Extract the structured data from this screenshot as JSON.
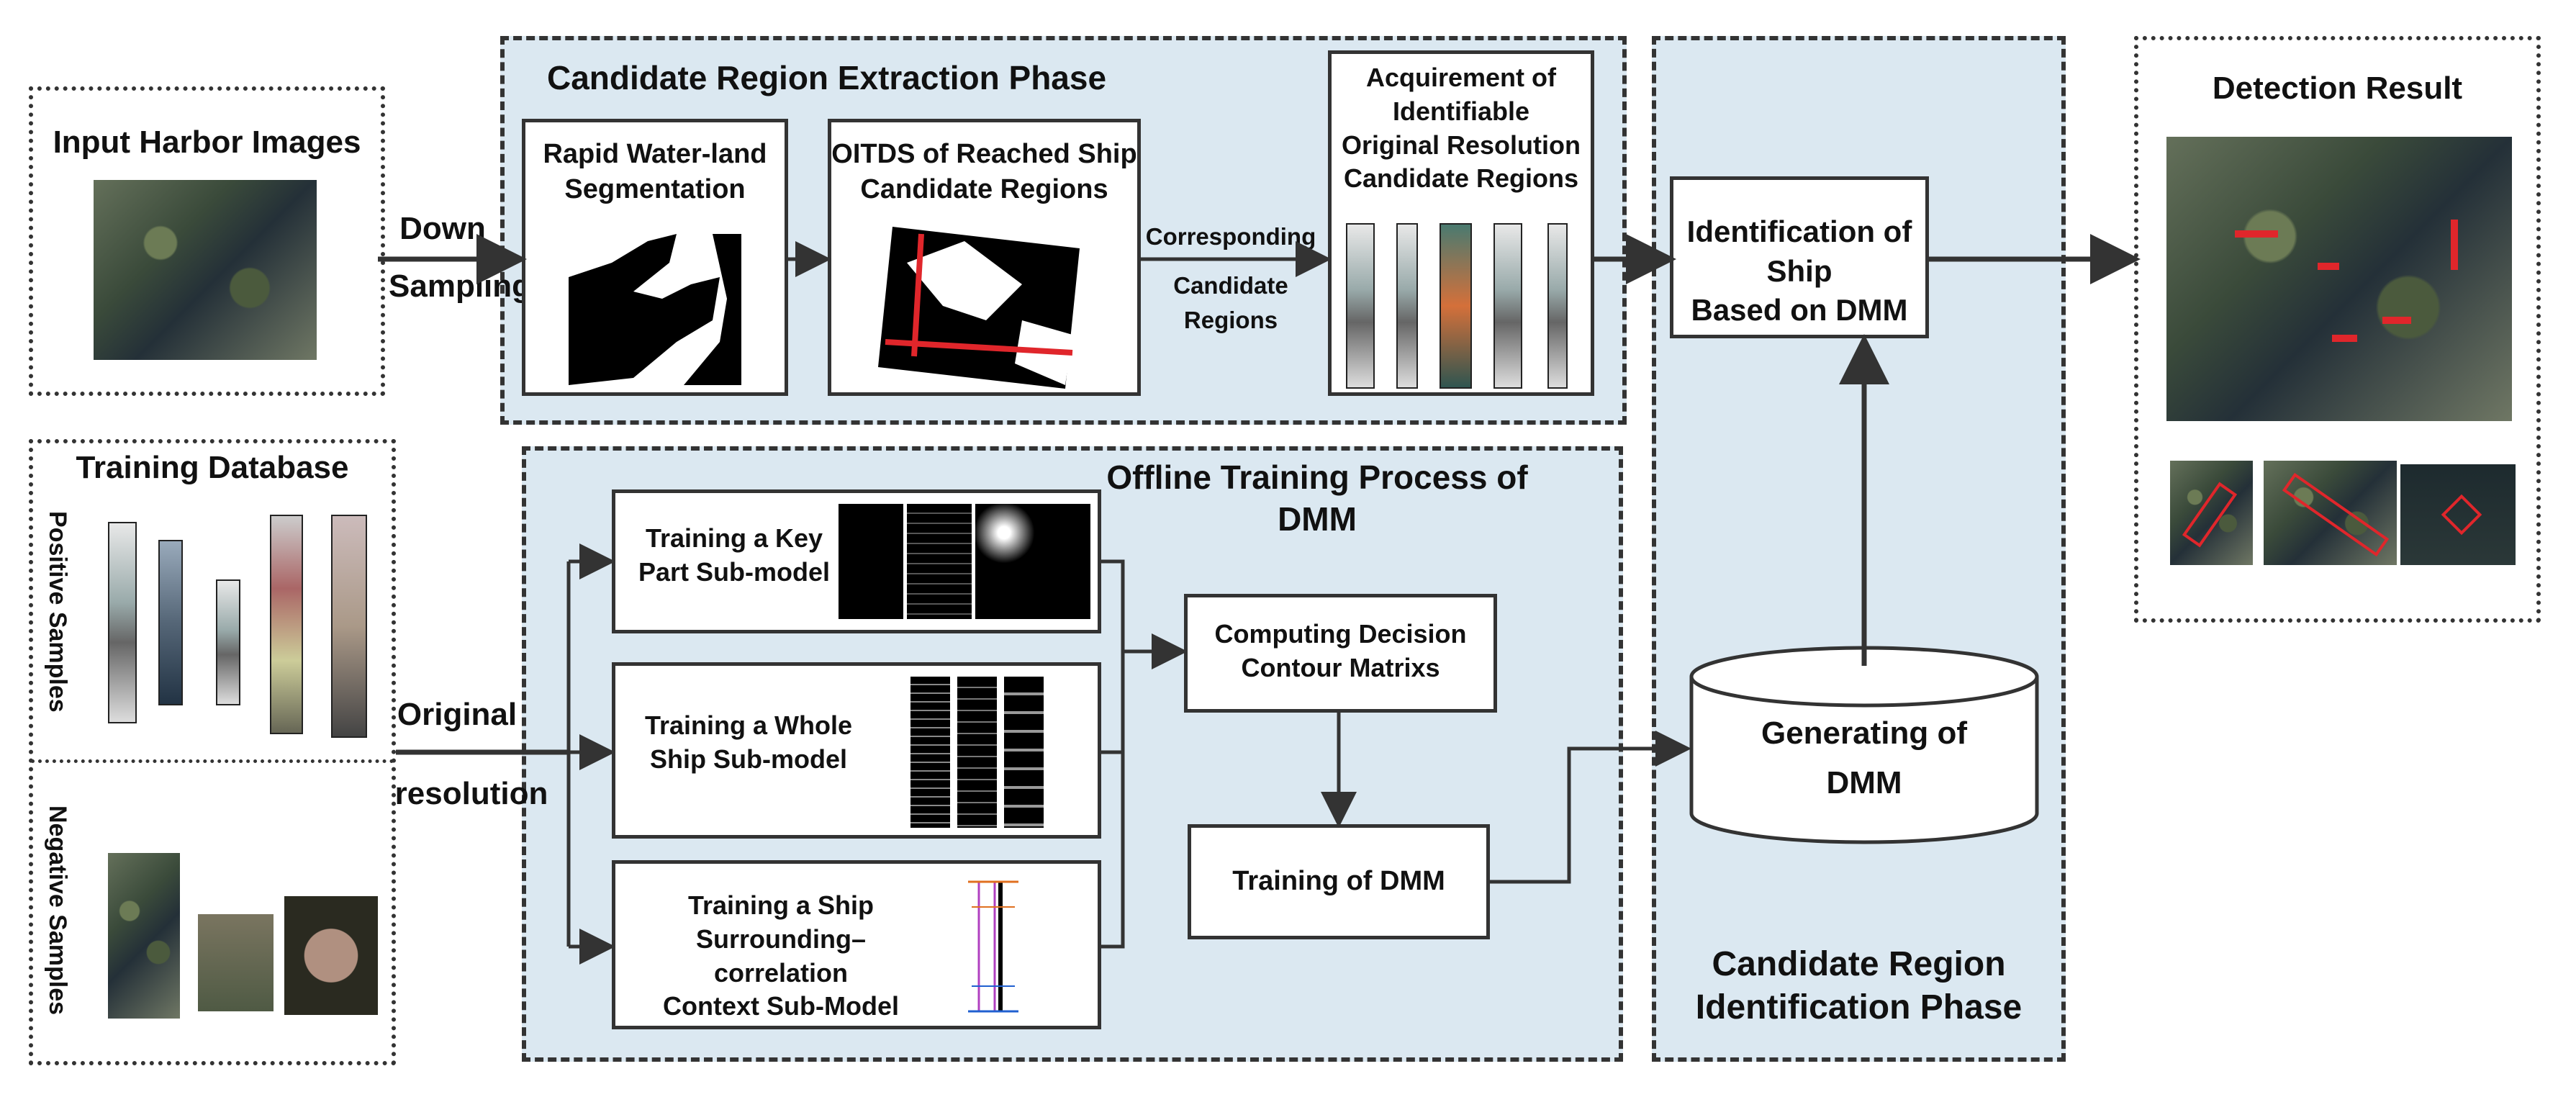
{
  "inputs": {
    "input_title": "Input Harbor Images",
    "down_label": "Down",
    "sampling_label": "Sampling",
    "training_title": "Training Database",
    "positive_label": "Positive Samples",
    "negative_label": "Negative Samples",
    "original_label": "Original",
    "resolution_label": "resolution"
  },
  "extraction": {
    "title": "Candidate Region Extraction Phase",
    "box1": [
      "Rapid Water-land",
      "Segmentation"
    ],
    "box2": [
      "OITDS of Reached Ship",
      "Candidate Regions"
    ],
    "link": [
      "Corresponding",
      "Candidate",
      "Regions"
    ],
    "box3": [
      "Acquirement of",
      "Identifiable",
      "Original Resolution",
      "Candidate Regions"
    ]
  },
  "training": {
    "title": [
      "Offline Training Process of",
      "DMM"
    ],
    "key_part": [
      "Training a Key",
      "Part Sub-model"
    ],
    "whole_ship": [
      "Training a Whole",
      "Ship Sub-model"
    ],
    "context": [
      "Training a Ship",
      "Surrounding–correlation",
      "Context Sub-Model"
    ],
    "decision": [
      "Computing Decision",
      "Contour Matrixs"
    ],
    "train_dmm": "Training of DMM"
  },
  "identification": {
    "box": [
      "Identification of Ship",
      "Based on DMM"
    ],
    "generating": [
      "Generating of",
      "DMM"
    ],
    "phase": [
      "Candidate Region",
      "Identification Phase"
    ]
  },
  "result": {
    "title": "Detection Result"
  },
  "colors": {
    "panel": "#dbe8f1",
    "line": "#333333",
    "highlight": "#e0262b"
  }
}
